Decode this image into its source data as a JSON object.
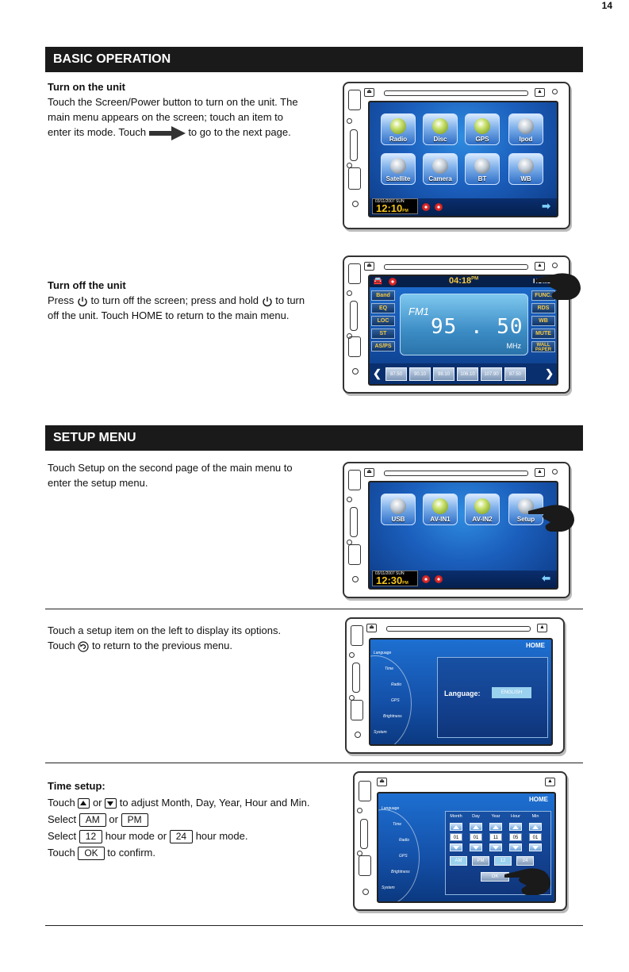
{
  "page_number": "14",
  "sec1": {
    "title": "BASIC OPERATION",
    "power_on": {
      "bold": "Turn on the unit",
      "text": "Touch the Screen/Power button to turn on the unit. The main menu appears on the screen; touch an item to enter its mode. Touch",
      "text2": "to go to the next page."
    },
    "power_off": {
      "bold": "Turn off the unit",
      "text_a": "Press",
      "text_b": "to turn off the screen; press and hold",
      "text_c": "to turn off the unit. Touch HOME to return to the main menu."
    },
    "screen1": {
      "icons": [
        {
          "label": "Radio"
        },
        {
          "label": "Disc"
        },
        {
          "label": "GPS"
        },
        {
          "label": "Ipod"
        },
        {
          "label": "Satellite"
        },
        {
          "label": "Camera"
        },
        {
          "label": "BT"
        },
        {
          "label": "WB"
        }
      ],
      "date": "03/11/2007  SUN",
      "time": "12:10",
      "ampm": "PM"
    },
    "screen2": {
      "time": "04:18",
      "ampm": "PM",
      "home": "HOME",
      "left_buttons": [
        "Band",
        "EQ",
        "LOC",
        "ST",
        "AS/PS"
      ],
      "right_buttons": [
        "FUNC.",
        "RDS",
        "WB",
        "MUTE",
        "WALL PAPER"
      ],
      "band": "FM1",
      "frequency": "95 . 50",
      "unit": "MHz",
      "presets": [
        "87.50",
        "90.10",
        "98.10",
        "106.10",
        "107.90",
        "87.50"
      ]
    }
  },
  "sec2": {
    "title": "SETUP MENU",
    "step1": {
      "text": "Touch Setup on the second page of the main menu to enter the setup menu."
    },
    "step2": {
      "text_a": "Touch a setup item on the left to display its options. Touch",
      "text_b": "to return to the previous menu."
    },
    "step3": {
      "l1": "Time setup:",
      "l2a": "Touch",
      "l2b": "or",
      "l2c": "to adjust Month, Day, Year, Hour and Min.",
      "l3a": "Select",
      "l3b": "or",
      "l4a": "Select",
      "l4b": "hour mode or",
      "l4c": "hour mode.",
      "l5a": "Touch",
      "l5b": "to confirm."
    },
    "keys": {
      "am": "AM",
      "pm": "PM",
      "h12": "12",
      "h24": "24",
      "ok": "OK"
    },
    "screen3": {
      "icons": [
        {
          "label": "USB"
        },
        {
          "label": "AV-IN1"
        },
        {
          "label": "AV-IN2"
        },
        {
          "label": "Setup"
        }
      ],
      "date": "03/11/2007  SUN",
      "time": "12:30",
      "ampm": "PM"
    },
    "screen4": {
      "home": "HOME",
      "menu": [
        "Language",
        "Time",
        "Radio",
        "GPS",
        "Brightness",
        "System"
      ],
      "lang_label": "Language:",
      "lang_value": "ENGLISH"
    },
    "screen5": {
      "home": "HOME",
      "menu": [
        "Language",
        "Time",
        "Radio",
        "GPS",
        "Brightness",
        "System"
      ],
      "headers": [
        "Month",
        "Day",
        "Year",
        "Hour",
        "Min"
      ],
      "values": [
        "01",
        "01",
        "11",
        "05",
        "01"
      ],
      "mode_buttons": [
        "AM",
        "PM",
        "12",
        "24"
      ],
      "ok": "OK"
    }
  }
}
